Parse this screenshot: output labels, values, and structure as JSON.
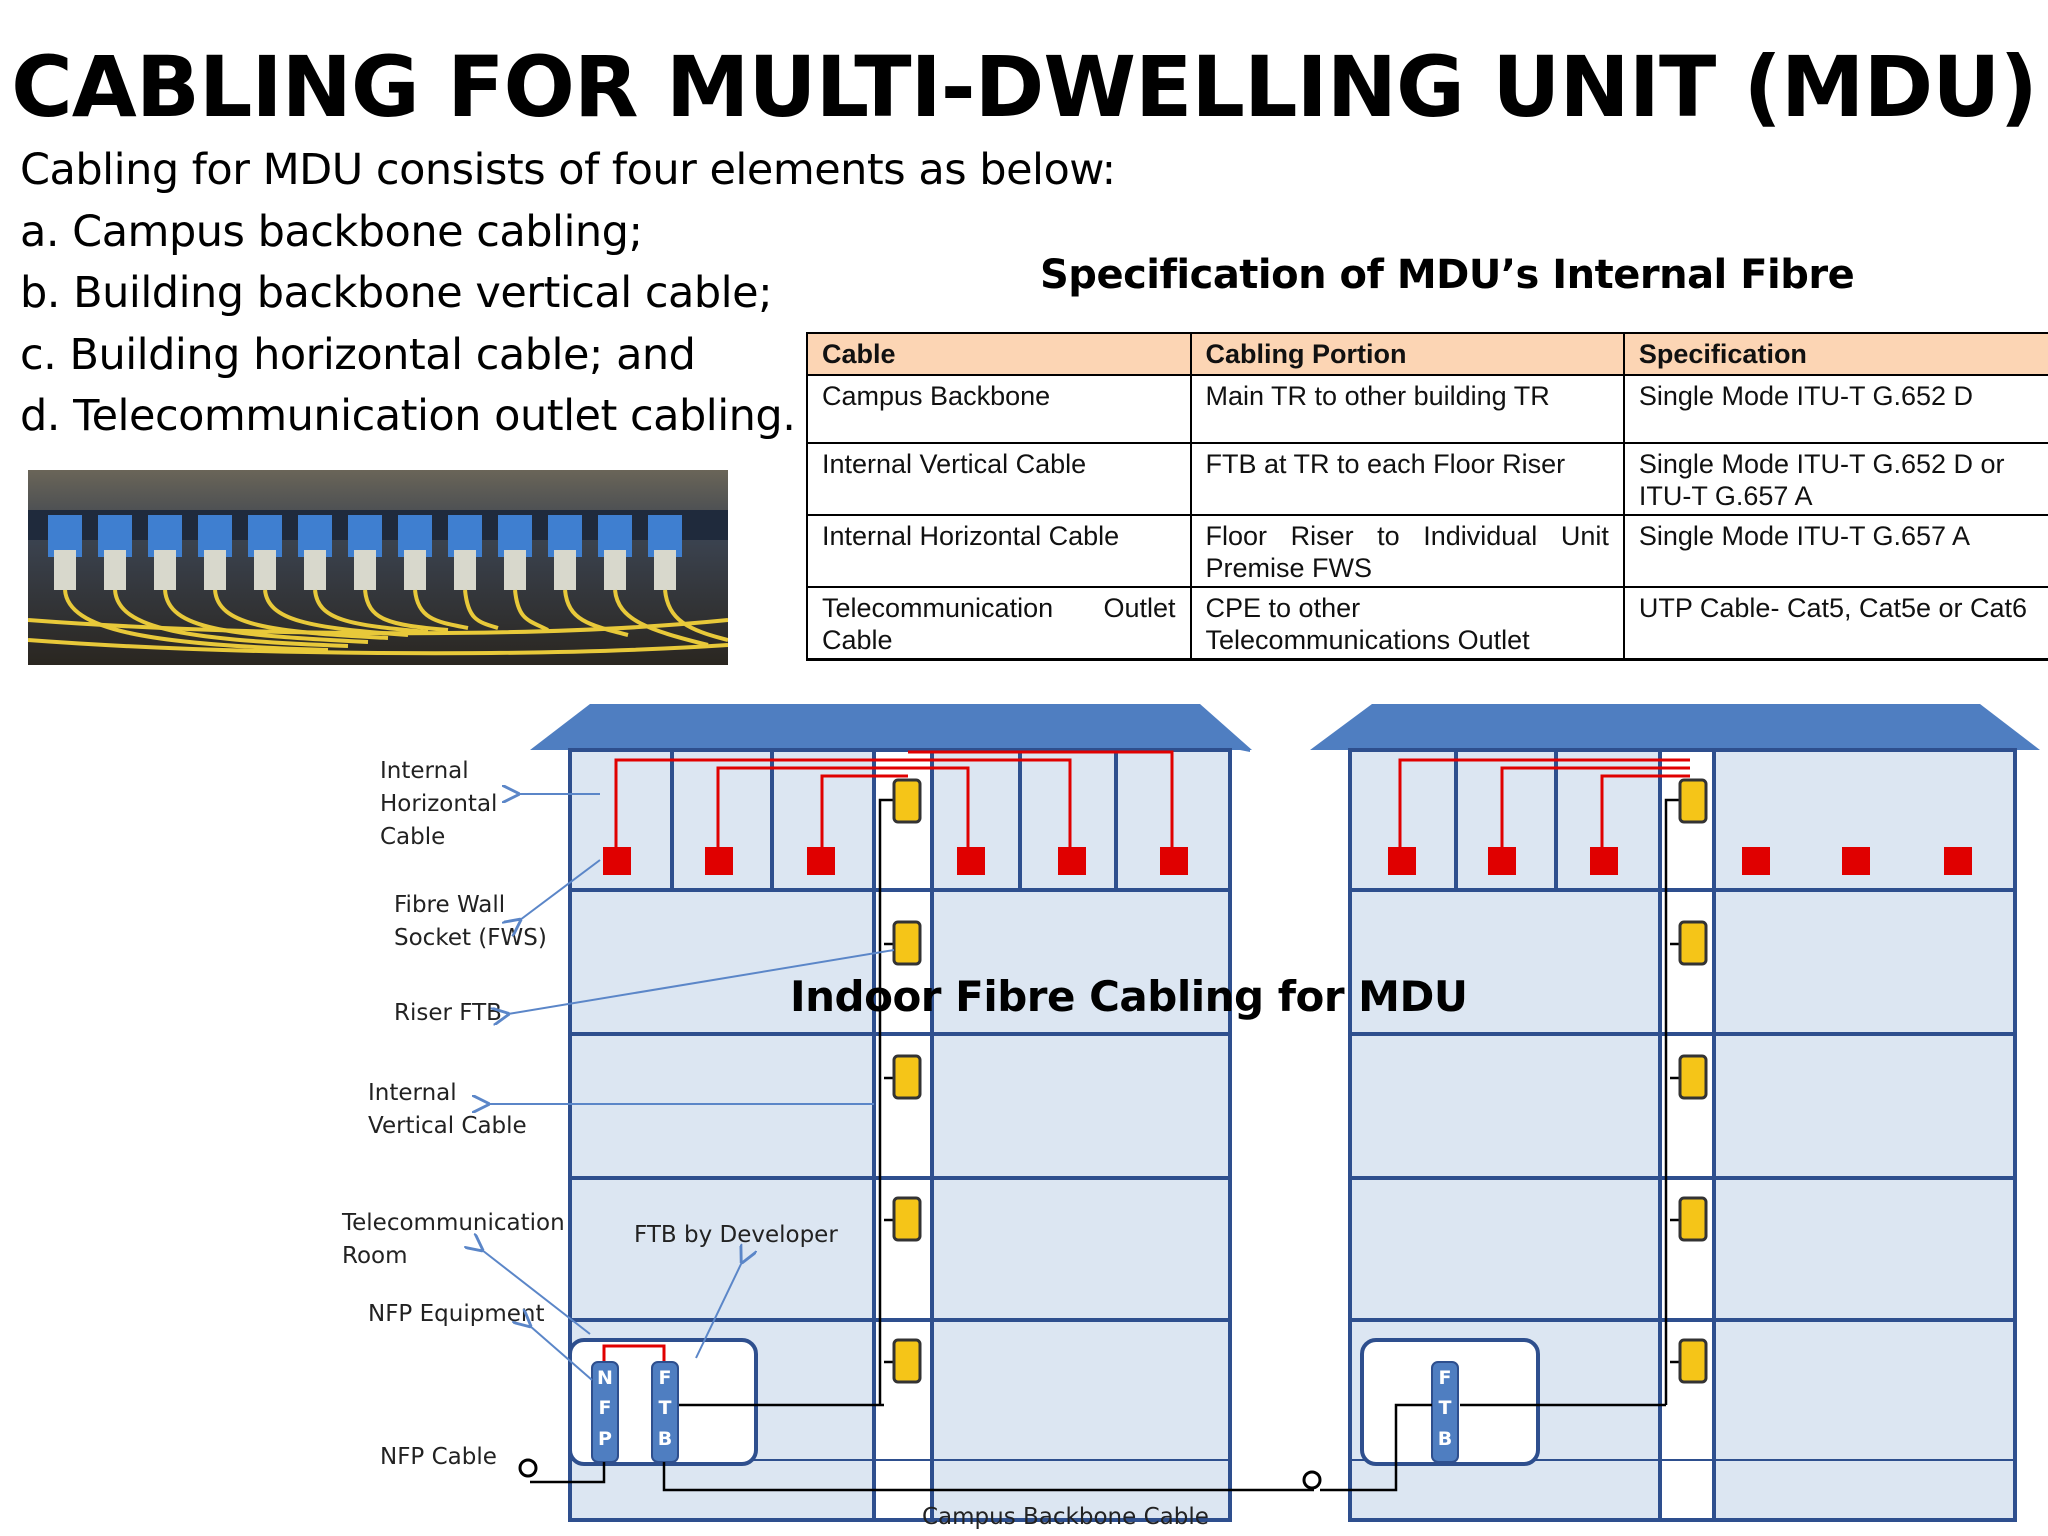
{
  "title": "CABLING FOR MULTI-DWELLING UNIT (MDU)",
  "intro": {
    "lead": "Cabling for MDU consists of four elements as below:",
    "items": [
      "a. Campus backbone cabling;",
      "b. Building backbone vertical cable;",
      "c. Building horizontal cable; and",
      "d. Telecommunication outlet cabling."
    ]
  },
  "table": {
    "caption": "Specification of MDU’s Internal Fibre",
    "headers": [
      "Cable",
      "Cabling Portion",
      "Specification"
    ],
    "rows": [
      [
        "Campus Backbone",
        "Main TR to other building TR",
        "Single Mode ITU-T G.652 D"
      ],
      [
        "Internal Vertical Cable",
        "FTB at TR to each Floor Riser",
        "Single Mode ITU-T G.652 D or ITU-T G.657 A"
      ],
      [
        "Internal Horizontal Cable",
        "Floor Riser to Individual Unit Premise FWS",
        "Single Mode ITU-T G.657 A"
      ],
      [
        "Telecommunication Outlet Cable",
        "CPE to other Telecommunications Outlet",
        "UTP Cable- Cat5, Cat5e or Cat6"
      ]
    ]
  },
  "diagram": {
    "caption": "Indoor Fibre Cabling for MDU",
    "labels": {
      "horizontal_1": "Internal",
      "horizontal_2": "Horizontal",
      "horizontal_3": "Cable",
      "fws_1": "Fibre Wall",
      "fws_2": "Socket (FWS)",
      "riser": "Riser FTB",
      "vertical_1": "Internal",
      "vertical_2": "Vertical Cable",
      "troom_1": "Telecommunication",
      "troom_2": "Room",
      "nfp_equipment": "NFP Equipment",
      "ftb_developer": "FTB by Developer",
      "nfp_cable": "NFP Cable",
      "campus_backbone": "Campus Backbone Cable"
    },
    "box_letters": {
      "nfp": [
        "N",
        "F",
        "P"
      ],
      "ftb": [
        "F",
        "T",
        "B"
      ]
    },
    "colors": {
      "roof": "#4f7ec1",
      "building": "#dce6f2",
      "frame": "#2e4f8e",
      "fws": "#e00000",
      "ftb": "#f5c518",
      "horizontal_cable": "#e00000",
      "box": "#4f7ec1"
    }
  }
}
